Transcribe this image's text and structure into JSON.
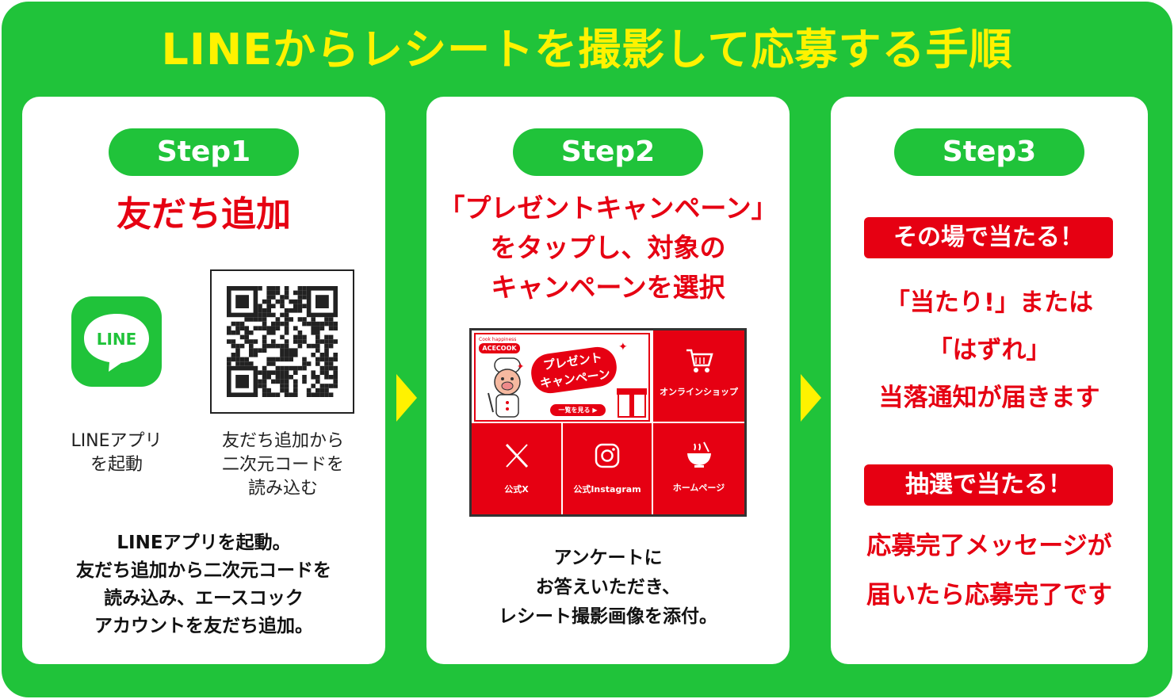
{
  "title": "LINEからレシートを撮影して応募する手順",
  "colors": {
    "green": "#20c33a",
    "yellow": "#fff200",
    "red": "#e60012"
  },
  "step1": {
    "pill": "Step1",
    "heading": "友だち追加",
    "line_icon_text": "LINE",
    "caption_left": [
      "LINEアプリ",
      "を起動"
    ],
    "caption_right": [
      "友だち追加から",
      "二次元コードを",
      "読み込む"
    ],
    "description": [
      "LINEアプリを起動。",
      "友だち追加から二次元コードを",
      "読み込み、エースコック",
      "アカウントを友だち追加。"
    ]
  },
  "step2": {
    "pill": "Step2",
    "heading": [
      "「プレゼントキャンペーン」",
      "をタップし、対象の",
      "キャンペーンを選択"
    ],
    "mock": {
      "brand_small": "Cook happiness",
      "brand": "ACECOOK",
      "banner_title": [
        "プレゼント",
        "キャンペーン"
      ],
      "banner_button": "一覧を見る ▶",
      "tiles": [
        {
          "label": "オンラインショップ",
          "icon": "shopping-cart-icon"
        },
        {
          "label": "公式X",
          "icon": "x-logo-icon"
        },
        {
          "label": "公式Instagram",
          "icon": "instagram-icon"
        },
        {
          "label": "ホームページ",
          "icon": "noodle-bowl-icon"
        }
      ]
    },
    "description": [
      "アンケートに",
      "お答えいただき、",
      "レシート撮影画像を添付。"
    ]
  },
  "step3": {
    "pill": "Step3",
    "badge_instant": "その場で当たる！",
    "instant_text": [
      "「当たり!」または",
      "「はずれ」",
      "当落通知が届きます"
    ],
    "badge_lottery": "抽選で当たる！",
    "lottery_text": [
      "応募完了メッセージが",
      "届いたら応募完了です"
    ]
  }
}
